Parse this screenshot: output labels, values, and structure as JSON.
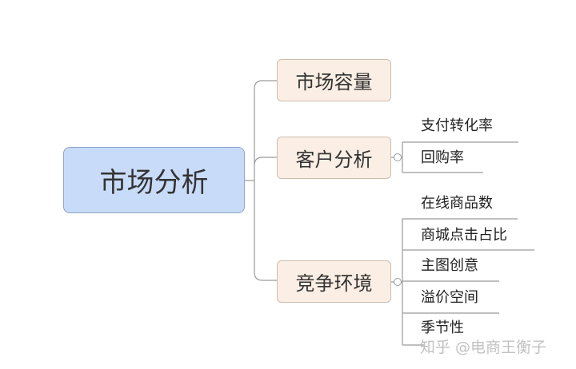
{
  "root": {
    "label": "市场分析"
  },
  "topics": [
    {
      "label": "市场容量",
      "children": []
    },
    {
      "label": "客户分析",
      "children": [
        "支付转化率",
        "回购率"
      ]
    },
    {
      "label": "竞争环境",
      "children": [
        "在线商品数",
        "商城点击占比",
        "主图创意",
        "溢价空间",
        "季节性"
      ]
    }
  ],
  "watermark": "知乎 @电商王衡子",
  "colors": {
    "root_fill": "#c8dbf9",
    "topic_fill": "#fbefe5",
    "line": "#9a9a9a"
  }
}
